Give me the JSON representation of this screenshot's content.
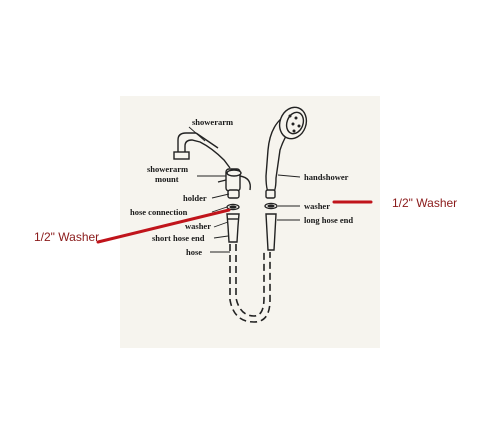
{
  "labels": {
    "showerarm": "showerarm",
    "showerarm_mount_line1": "showerarm",
    "showerarm_mount_line2": "mount",
    "holder": "holder",
    "hose_connection": "hose connection",
    "washer_left": "washer",
    "short_hose_end": "short hose end",
    "hose": "hose",
    "handshower": "handshower",
    "washer_right": "washer",
    "long_hose_end": "long hose end"
  },
  "callouts": {
    "left": "1/2\" Washer",
    "right": "1/2\" Washer"
  },
  "colors": {
    "callout_line": "#c0141b",
    "callout_text": "#8a1a1a",
    "panel_bg": "#f6f4ee",
    "ink": "#222222"
  }
}
